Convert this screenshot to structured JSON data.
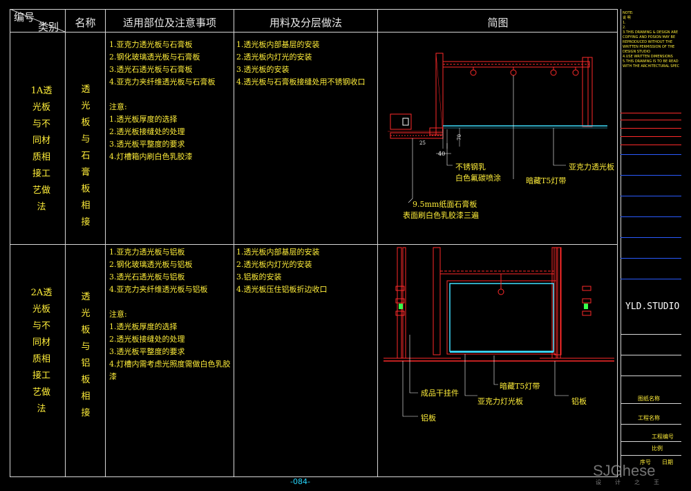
{
  "header": {
    "code_label": "编号",
    "category_label": "类别",
    "name_label": "名称",
    "applicable_label": "适用部位及注意事项",
    "materials_label": "用料及分层做法",
    "sketch_label": "简图"
  },
  "rows": [
    {
      "category": "1A透\n光板\n与不\n同材\n质相\n接工\n艺做\n法",
      "name": "透\n光\n板\n与\n石\n膏\n板\n相\n接",
      "applicable": "1.亚克力透光板与石膏板\n2.钢化玻璃透光板与石膏板\n3.透光石透光板与石膏板\n4.亚克力夹纤维透光板与石膏板\n\n注意:\n1.透光板厚度的选择\n2.透光板接缝处的处理\n3.透光板平整度的要求\n4.灯槽箱内刷白色乳胶漆",
      "materials": "1.透光板内部基层的安装\n2.透光板内灯光的安装\n3.透光板的安装\n4.透光板与石膏板接缝处用不锈钢收口",
      "sketch_labels": {
        "steel": "不锈钢乳",
        "steel2": "白色氟碳喷涂",
        "t5": "暗藏T5灯带",
        "acrylic": "亚克力透光板",
        "gypsum": "9.5mm纸面石膏板",
        "gypsum2": "表面刷白色乳胶漆三遍",
        "dim70": "70",
        "dim40": "40",
        "dim25": "25"
      }
    },
    {
      "category": "2A透\n光板\n与不\n同材\n质相\n接工\n艺做\n法",
      "name": "透\n光\n板\n与\n铝\n板\n相\n接",
      "applicable": "1.亚克力透光板与铝板\n2.钢化玻璃透光板与铝板\n3.透光石透光板与铝板\n4.亚克力夹纤维透光板与铝板\n\n注意:\n1.透光板厚度的选择\n2.透光板接缝处的处理\n3.透光板平整度的要求\n4.灯槽内需考虑光照度需做白色乳胶\n漆",
      "materials": "1.透光板内部基层的安装\n2.透光板内灯光的安装\n3.铝板的安装\n4.透光板压住铝板折边收口",
      "sketch_labels": {
        "pendant": "成品干挂件",
        "t5": "暗藏T5灯带",
        "acrylic": "亚克力灯光板",
        "alu_right": "铝板",
        "alu_left": "铝板"
      }
    }
  ],
  "page_number": "-084-",
  "title_block": {
    "notes": "NOTE:\n说 明\n1.\n2.\n3.THIS DRAWING & DESIGN ARE\nCOPYING AND POSION MAY BE\nREPRODUCED WITHOUT THE\nWRITTEN PERMISSION OF THE\nDESIGN STUDIO\n4.USE WRITTEN DIMENSIONS\n5.THIS DRAWING IS TO BE READ\nWITH THE ARCHITECTURAL SPEC",
    "studio": "YLD.STUDIO",
    "project_name": "图纸名称",
    "project_title": "工程名称",
    "drawing_no": "工程编号",
    "scale": "比例",
    "seq": "序号",
    "date": "日期"
  },
  "watermark": "SJGhese",
  "watermark_sub": "设计之王",
  "colors": {
    "text": "#ffee3a",
    "line": "#d8d8d8",
    "red": "#ff2a2a",
    "cyan": "#3fe0ff",
    "green": "#36ff4a",
    "blue": "#2a5bff"
  }
}
